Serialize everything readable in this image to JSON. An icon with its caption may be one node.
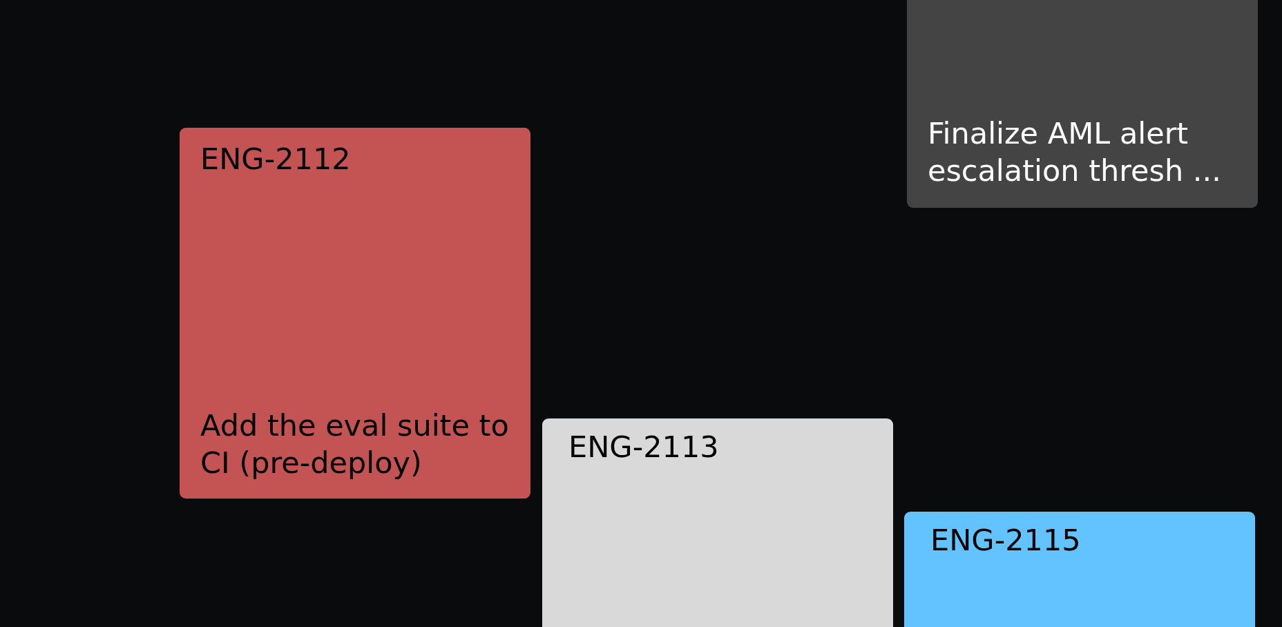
{
  "diagram": {
    "nodes": [
      {
        "text": [
          "Finalize AML alert escalation thresh ..."
        ]
      },
      {
        "text": [
          "ENG-2112",
          "Add the eval suite to CI (pre-deploy)"
        ]
      },
      {
        "text": [
          "ENG-2113"
        ]
      },
      {
        "text": [
          "ENG-2115"
        ]
      }
    ]
  }
}
